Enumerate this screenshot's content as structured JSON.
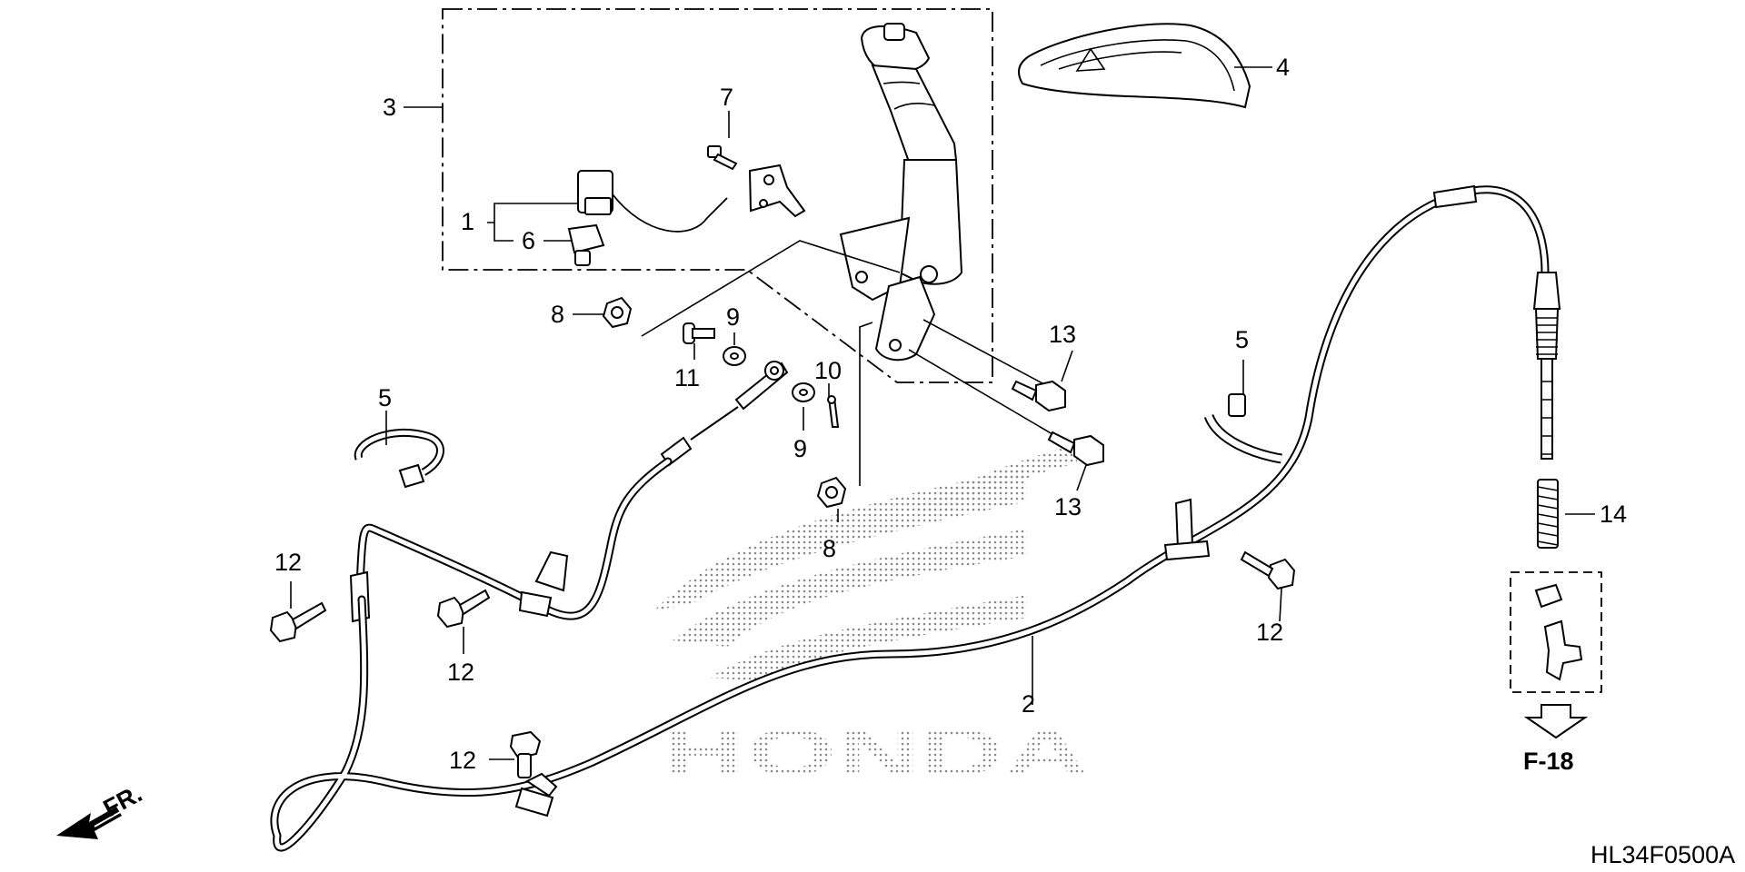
{
  "diagram": {
    "callouts": {
      "c1": "1",
      "c2": "2",
      "c3": "3",
      "c4": "4",
      "c5a": "5",
      "c5b": "5",
      "c6": "6",
      "c7": "7",
      "c8a": "8",
      "c8b": "8",
      "c9a": "9",
      "c9b": "9",
      "c10": "10",
      "c11": "11",
      "c12a": "12",
      "c12b": "12",
      "c12c": "12",
      "c12d": "12",
      "c13a": "13",
      "c13b": "13",
      "c14": "14"
    },
    "reference": "F-18",
    "front_label": "FR.",
    "watermark": "HONDA",
    "diagram_code": "HL34F0500A"
  },
  "colors": {
    "line": "#000000",
    "background": "#ffffff",
    "watermark_dots": "#8a8a8a"
  }
}
